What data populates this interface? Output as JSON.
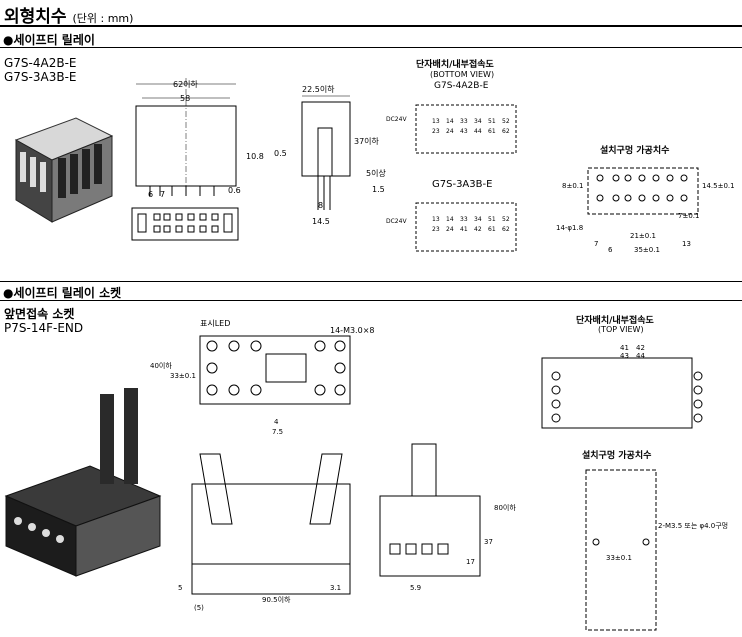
{
  "page": {
    "title": "외형치수",
    "title_unit": "(단위 : mm)"
  },
  "section1": {
    "heading": "●세이프티 릴레이",
    "models": [
      "G7S-4A2B-E",
      "G7S-3A3B-E"
    ],
    "front_dims": {
      "width": "62이하",
      "inner": "58"
    },
    "side_dims": {
      "width": "22.5이하",
      "height": "37이하",
      "pin": "0.5",
      "base": "10.8",
      "pin_len": "5이상",
      "pitch": "1.5",
      "gap": "0.6",
      "pitch_a": "6",
      "pitch_b": "7",
      "depth": "8",
      "bottom": "14.5"
    },
    "wiring_title": "단자배치/내부접속도",
    "wiring_view": "(BOTTOM VIEW)",
    "wiring_model_a": "G7S-4A2B-E",
    "wiring_model_b": "G7S-3A3B-E",
    "coil_label": "DC24V",
    "terms_4a2b": {
      "top": [
        "13",
        "14",
        "33",
        "34",
        "51",
        "52"
      ],
      "bottom": [
        "23",
        "24",
        "43",
        "44",
        "61",
        "62"
      ]
    },
    "terms_3a3b": {
      "top": [
        "13",
        "14",
        "33",
        "34",
        "51",
        "52"
      ],
      "bottom": [
        "23",
        "24",
        "41",
        "42",
        "61",
        "62"
      ]
    },
    "mount_title": "설치구멍 가공치수",
    "mount_dims": {
      "h1": "8±0.1",
      "h2": "14.5±0.1",
      "holes": "14-φ1.8",
      "p7": "7±0.1",
      "p21": "21±0.1",
      "p35": "35±0.1",
      "a": "7",
      "b": "6",
      "c": "13"
    }
  },
  "section2": {
    "heading": "●세이프티 릴레이 소켓",
    "socket_type": "앞면접속 소켓",
    "socket_model": "P7S-14F-END",
    "led_label": "표시LED",
    "screw_label": "14-M3.0×8",
    "top_dims": {
      "h": "40이하",
      "h2": "33±0.1",
      "p": "4",
      "q": "7.5"
    },
    "front_dims": {
      "w": "90.5이하",
      "a": "5",
      "b": "(5)",
      "c": "3.1"
    },
    "side_dims": {
      "h": "80이하",
      "mid": "37",
      "low": "17",
      "w": "5.9"
    },
    "wiring_title": "단자배치/내부접속도",
    "wiring_view": "(TOP VIEW)",
    "socket_terms": {
      "top": [
        "41",
        "42",
        "43",
        "44"
      ]
    },
    "mount_title": "설치구멍 가공치수",
    "mount_note": "2-M3.5 또는 φ4.0구멍",
    "mount_pitch": "33±0.1"
  }
}
